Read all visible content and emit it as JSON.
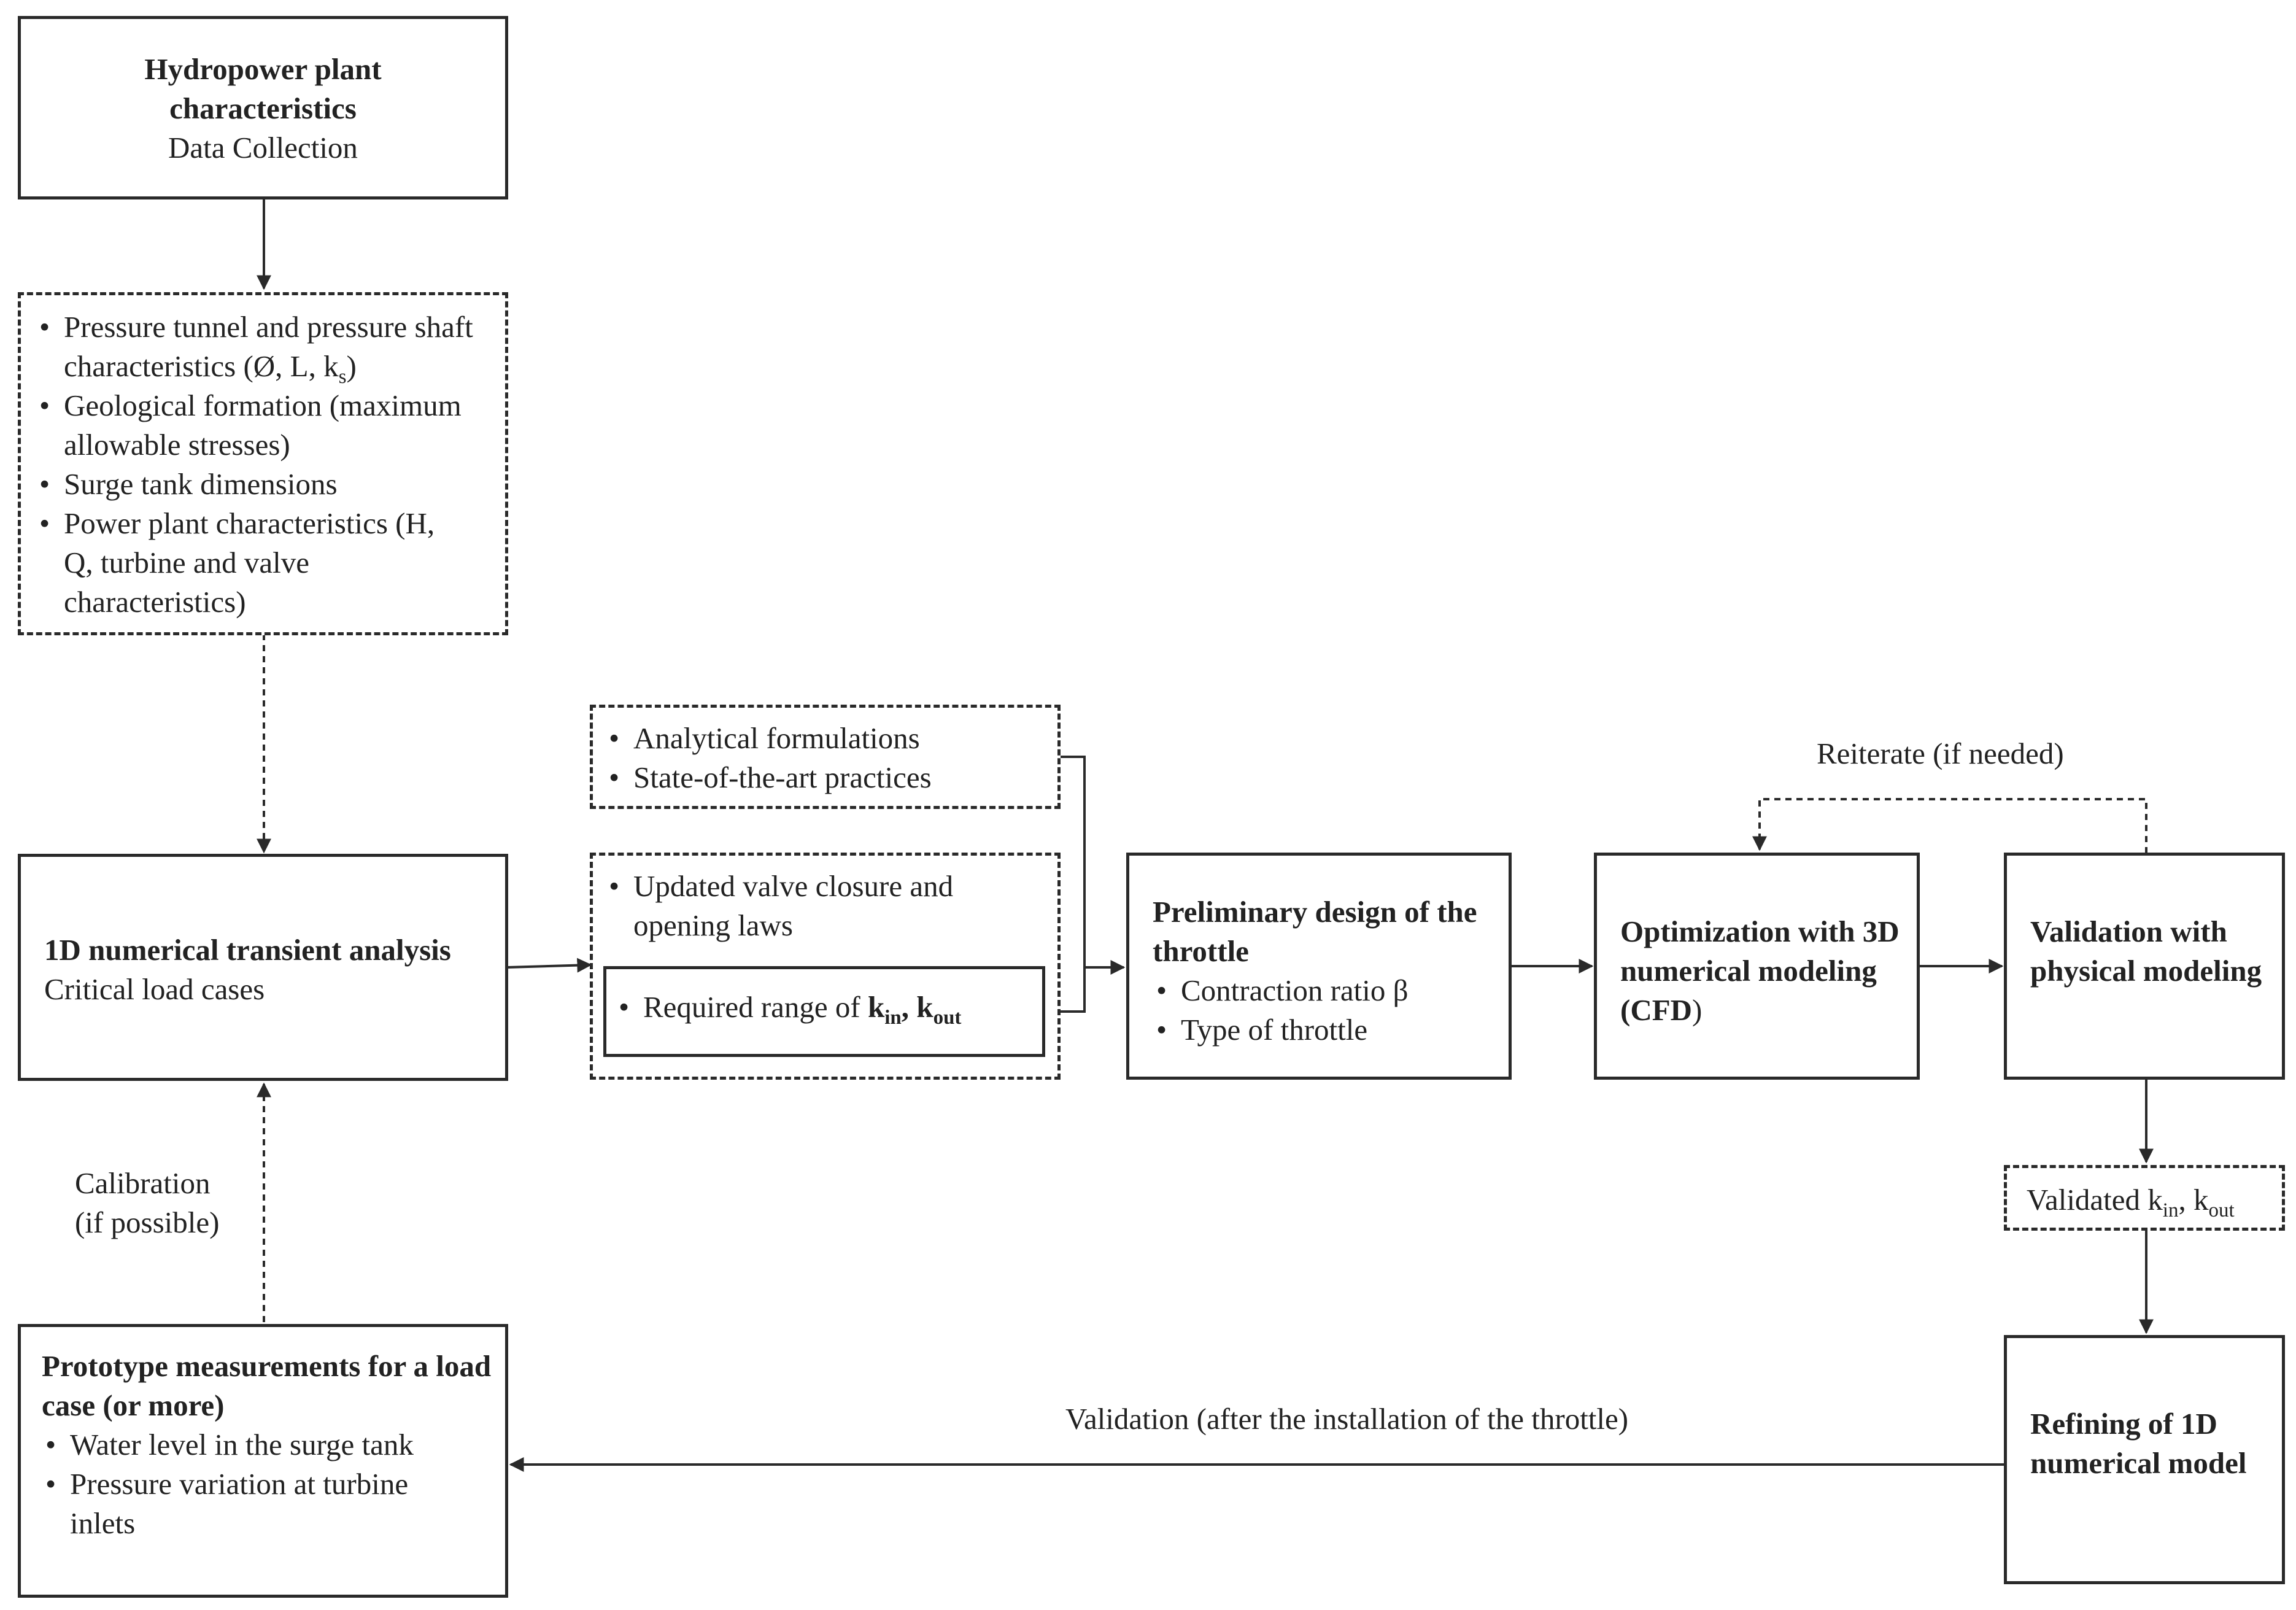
{
  "nodes": {
    "plant": {
      "title": "Hydropower plant characteristics",
      "subtitle": "Data Collection"
    },
    "data_list": {
      "items": [
        {
          "text": "Pressure tunnel and pressure shaft characteristics (Ø, L, k",
          "sub": "s",
          "tail": ")"
        },
        {
          "text": "Geological formation (maximum  allowable stresses)"
        },
        {
          "text": "Surge tank dimensions"
        },
        {
          "text": "Power plant characteristics (H, Q, turbine and valve characteristics)"
        }
      ]
    },
    "analysis": {
      "title": "1D numerical transient analysis",
      "subtitle": "Critical load cases"
    },
    "analytical": {
      "items": [
        "Analytical formulations",
        "State-of-the-art practices"
      ]
    },
    "laws": {
      "item": "Updated valve closure and opening laws",
      "range": {
        "prefix": "Required range of ",
        "k1": "k",
        "sub1": "in",
        "sep": ", ",
        "k2": "k",
        "sub2": "out"
      }
    },
    "prelim": {
      "title": "Preliminary design of the throttle",
      "items": [
        "Contraction ratio β",
        "Type of throttle"
      ]
    },
    "optim": {
      "title": "Optimization with 3D numerical modeling (CFD",
      "tail": ")"
    },
    "physical": {
      "title": "Validation with physical modeling"
    },
    "validated": {
      "prefix": "Validated k",
      "sub1": "in",
      "sep": ", k",
      "sub2": "out"
    },
    "refining": {
      "title": "Refining of 1D numerical model"
    },
    "prototype": {
      "title": "Prototype measurements for a load case (or more)",
      "items": [
        "Water level in the surge tank",
        "Pressure variation at turbine inlets"
      ]
    }
  },
  "edge_labels": {
    "reiterate": "Reiterate (if needed)",
    "calibration_line1": "Calibration",
    "calibration_line2": "(if possible)",
    "validation": "Validation (after the installation of the throttle)"
  },
  "colors": {
    "stroke": "#2a2a2a",
    "text": "#222222",
    "background": "#ffffff"
  }
}
